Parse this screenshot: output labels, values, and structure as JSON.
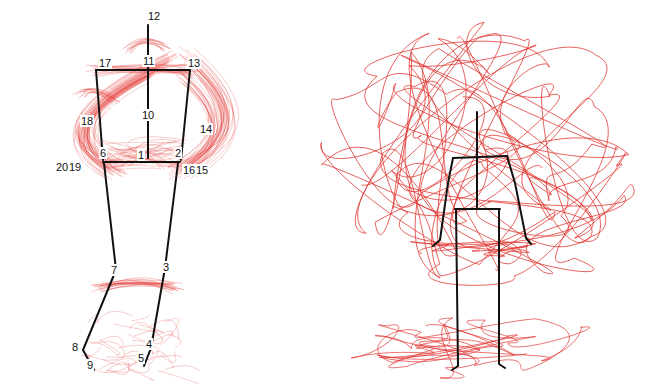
{
  "diagram": {
    "labels": [
      "12",
      "17",
      "11",
      "13",
      "10",
      "18",
      "14",
      "6",
      "1",
      "2",
      "20",
      "19",
      "16",
      "15",
      "7",
      "3",
      "8",
      "4",
      "9",
      "5"
    ]
  }
}
